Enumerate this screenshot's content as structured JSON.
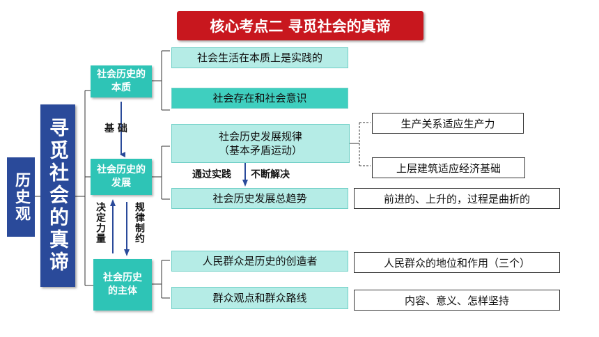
{
  "title": "核心考点二  寻觅社会的真谛",
  "root_left": "历史观",
  "root_main": "寻觅社会的真谛",
  "nodes": {
    "essence": "社会历史的本质",
    "development": "社会历史的发展",
    "subject": "社会历史的主体"
  },
  "leaves": {
    "practice": "社会生活在本质上是实践的",
    "existence": "社会存在和社会意识",
    "law_line1": "社会历史发展规律",
    "law_line2": "（基本矛盾运动）",
    "trend": "社会历史发展总趋势",
    "creator": "人民群众是历史的创造者",
    "mass_line": "群众观点和群众路线"
  },
  "extras": {
    "production": "生产关系适应生产力",
    "superstructure": "上层建筑适应经济基础",
    "trend_desc": "前进的、上升的，过程是曲折的",
    "masses_role": "人民群众的地位和作用（三个）",
    "mass_line_desc": "内容、意义、怎样坚持"
  },
  "labels": {
    "foundation": "基 础",
    "through_practice": "通过实践",
    "continuous_resolve": "不断解决",
    "decisive_force": "决定力量",
    "regulate": "规律制约"
  },
  "colors": {
    "title_bg": "#c8171e",
    "root_bg": "#2a4a9a",
    "node_bg": "#2ec4b6",
    "leaf_light": "#b5ece6",
    "leaf_mid": "#3fcfbf",
    "arrow": "#2a4a9a"
  }
}
